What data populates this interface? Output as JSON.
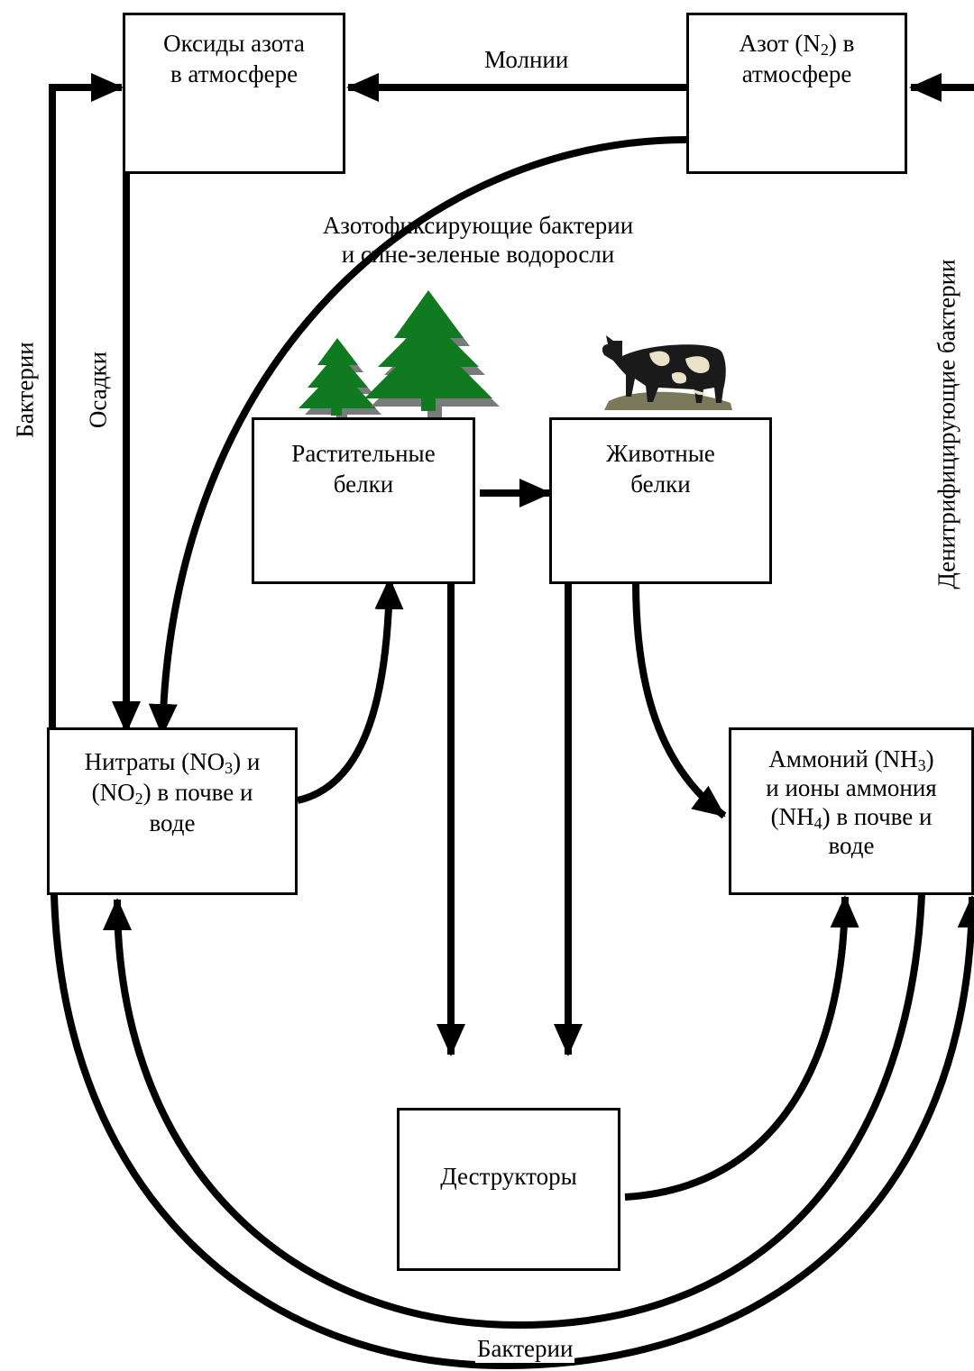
{
  "boxes": {
    "oxides": {
      "line1": "Оксиды азота",
      "line2": "в атмосфере"
    },
    "n2": {
      "line1_pre": "Азот (N",
      "line1_sub": "2",
      "line1_post": ") в",
      "line2": "атмосфере"
    },
    "plant": {
      "line1": "Растительные",
      "line2": "белки"
    },
    "animal": {
      "line1": "Животные",
      "line2": "белки"
    },
    "nitrates": {
      "l1_pre": "Нитраты (NO",
      "l1_sub": "3",
      "l1_post": ") и",
      "l2_pre": "(NO",
      "l2_sub": "2",
      "l2_post": ") в почве и",
      "line3": "воде"
    },
    "ammonium": {
      "l1_pre": "Аммоний (NH",
      "l1_sub": "3",
      "l1_post": ")",
      "line2": "и ионы аммония",
      "l3_pre": "(NH",
      "l3_sub": "4",
      "l3_post": ") в почве и",
      "line4": "воде"
    },
    "destructors": {
      "label": "Деструкторы"
    }
  },
  "labels": {
    "lightning": "Молнии",
    "fixing_line1": "Азотофиксирующие бактерии",
    "fixing_line2": "и сине-зеленые водоросли",
    "bacteria_left": "Бактерии",
    "precipitation": "Осадки",
    "denitrifying": "Денитрифицирующие бактерии",
    "bacteria_bottom": "Бактерии"
  },
  "colors": {
    "tree": "#0f7a1f",
    "tree_shadow": "#7a7a7a",
    "stroke": "#000000"
  }
}
